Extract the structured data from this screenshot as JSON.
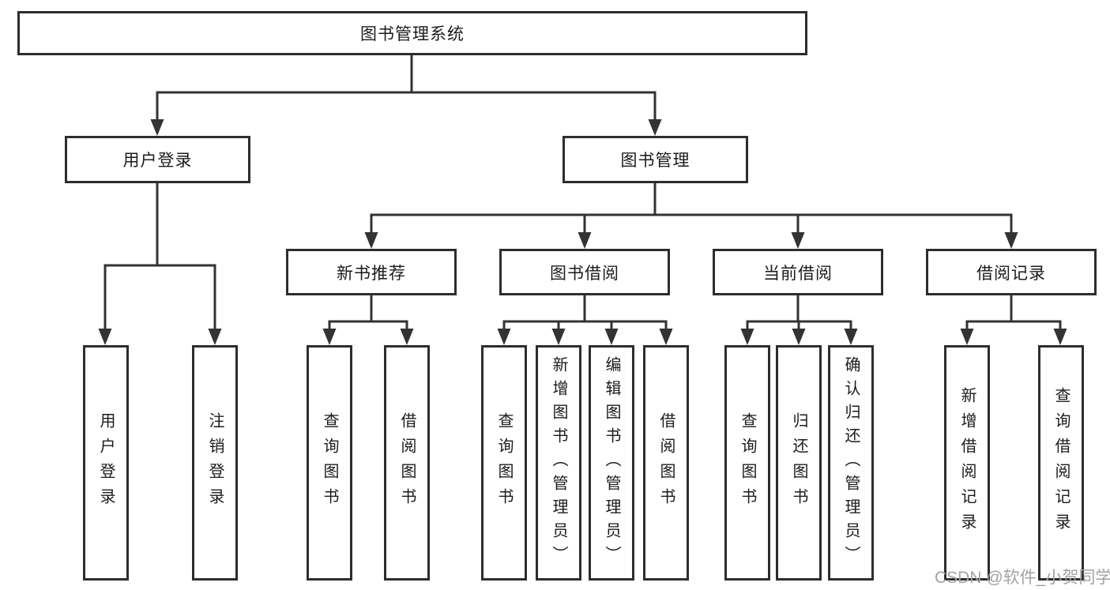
{
  "colors": {
    "line": "#333333",
    "box_border": "#2d2d2d",
    "text": "#1b1b1b",
    "watermark": "#a3a3a3",
    "background": "#ffffff"
  },
  "tree": {
    "label": "图书管理系统",
    "children": [
      {
        "label": "用户登录",
        "children": [
          {
            "label": "用户登录"
          },
          {
            "label": "注销登录"
          }
        ]
      },
      {
        "label": "图书管理",
        "children": [
          {
            "label": "新书推荐",
            "children": [
              {
                "label": "查询图书"
              },
              {
                "label": "借阅图书"
              }
            ]
          },
          {
            "label": "图书借阅",
            "children": [
              {
                "label": "查询图书"
              },
              {
                "label": "新增图书（管理员）"
              },
              {
                "label": "编辑图书（管理员）"
              },
              {
                "label": "借阅图书"
              }
            ]
          },
          {
            "label": "当前借阅",
            "children": [
              {
                "label": "查询图书"
              },
              {
                "label": "归还图书"
              },
              {
                "label": "确认归还（管理员）"
              }
            ]
          },
          {
            "label": "借阅记录",
            "children": [
              {
                "label": "新增借阅记录"
              },
              {
                "label": "查询借阅记录"
              }
            ]
          }
        ]
      }
    ]
  },
  "watermark": {
    "text": "CSDN @软件_小贺同学"
  }
}
